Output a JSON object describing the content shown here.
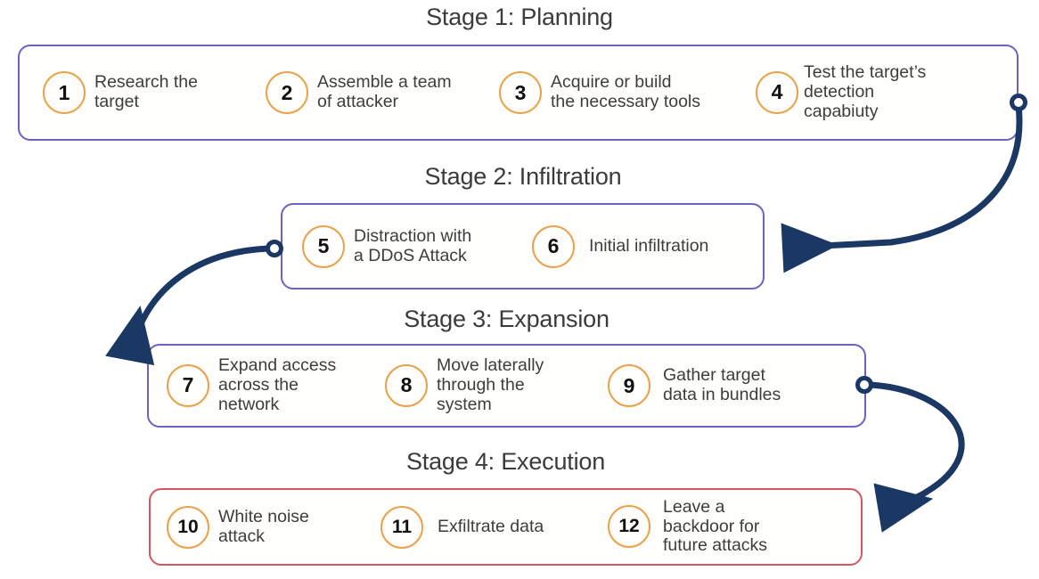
{
  "palette": {
    "indigo_border": "#6b63c4",
    "crimson_border": "#d4575f",
    "badge_border": "#e9a24c",
    "connector": "#1b3864",
    "title_text": "#3b3b3b",
    "item_text": "#3d3d3d",
    "background": "#ffffff"
  },
  "stages": [
    {
      "title": "Stage 1: Planning",
      "border_color": "indigo",
      "items": [
        {
          "number": "1",
          "label": "Research the\ntarget"
        },
        {
          "number": "2",
          "label": "Assemble a team\nof attacker"
        },
        {
          "number": "3",
          "label": "Acquire or build\nthe necessary tools"
        },
        {
          "number": "4",
          "label": "Test the target’s\ndetection\ncapabiuty"
        }
      ]
    },
    {
      "title": "Stage 2: Infiltration",
      "border_color": "indigo",
      "items": [
        {
          "number": "5",
          "label": "Distraction with\na DDoS Attack"
        },
        {
          "number": "6",
          "label": "Initial infiltration"
        }
      ]
    },
    {
      "title": "Stage 3: Expansion",
      "border_color": "indigo",
      "items": [
        {
          "number": "7",
          "label": "Expand access\nacross the\nnetwork"
        },
        {
          "number": "8",
          "label": "Move laterally\nthrough the\nsystem"
        },
        {
          "number": "9",
          "label": "Gather target\ndata in bundles"
        }
      ]
    },
    {
      "title": "Stage 4: Execution",
      "border_color": "crimson",
      "items": [
        {
          "number": "10",
          "label": "White noise\nattack"
        },
        {
          "number": "11",
          "label": "Exfiltrate data"
        },
        {
          "number": "12",
          "label": "Leave a\nbackdoor for\nfuture attacks"
        }
      ]
    }
  ],
  "connectors": [
    {
      "name": "stage1-to-stage2",
      "from_stage": "Stage 1: Planning",
      "to_stage": "Stage 2: Infiltration"
    },
    {
      "name": "stage2-to-stage3",
      "from_stage": "Stage 2: Infiltration",
      "to_stage": "Stage 3: Expansion"
    },
    {
      "name": "stage3-to-stage4",
      "from_stage": "Stage 3: Expansion",
      "to_stage": "Stage 4: Execution"
    }
  ]
}
